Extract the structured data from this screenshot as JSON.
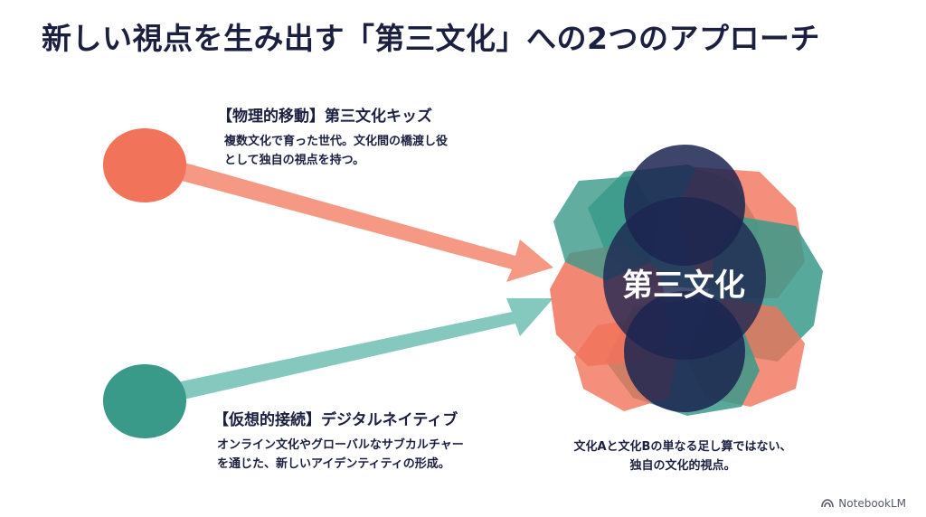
{
  "title": "新しい視点を生み出す「第三文化」への2つのアプローチ",
  "physical": {
    "heading": "【物理的移動】第三文化キッズ",
    "line1": "複数文化で育った世代。文化間の橋渡し役",
    "line2": "として独自の視点を持つ。"
  },
  "virtual": {
    "heading": "【仮想的接続】デジタルネイティブ",
    "line1": "オンライン文化やグローバルなサブカルチャー",
    "line2": "を通じた、新しいアイデンティティの形成。"
  },
  "center": {
    "label": "第三文化"
  },
  "caption": {
    "line1": "文化Aと文化Bの単なる足し算ではない、",
    "line2": "独自の文化的視点。"
  },
  "branding": {
    "name": "NotebookLM"
  },
  "colors": {
    "coral": "#f0735a",
    "teal": "#3a9a8a",
    "navy": "#1b2550"
  }
}
